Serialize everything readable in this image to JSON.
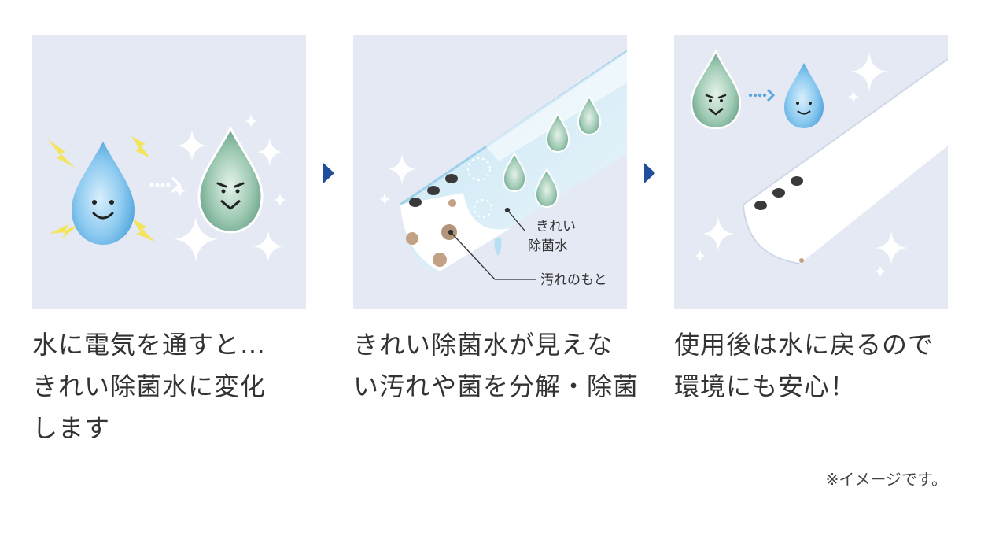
{
  "panels": [
    {
      "caption_lines": [
        "水に電気を通すと…",
        "きれい除菌水に変化",
        "します"
      ]
    },
    {
      "caption_lines": [
        "きれい除菌水が見えな",
        "い汚れや菌を分解・除菌"
      ],
      "callout_clean_line1": "きれい",
      "callout_clean_line2": "除菌水",
      "callout_dirt": "汚れのもと"
    },
    {
      "caption_lines": [
        "使用後は水に戻るので",
        "環境にも安心！"
      ]
    }
  ],
  "note": "※イメージです。",
  "colors": {
    "panel_bg": "#e4e9f3",
    "arrow": "#1f4e9c",
    "blue_drop": "#7ec0ec",
    "green_drop": "#8fbfa8",
    "lightning": "#f3e45a",
    "dirt": "#c2a184"
  },
  "icons": [
    "lightning-icon",
    "sparkle-icon",
    "dotted-arrow-icon",
    "water-drop-icon",
    "nozzle-icon",
    "germ-icon"
  ]
}
